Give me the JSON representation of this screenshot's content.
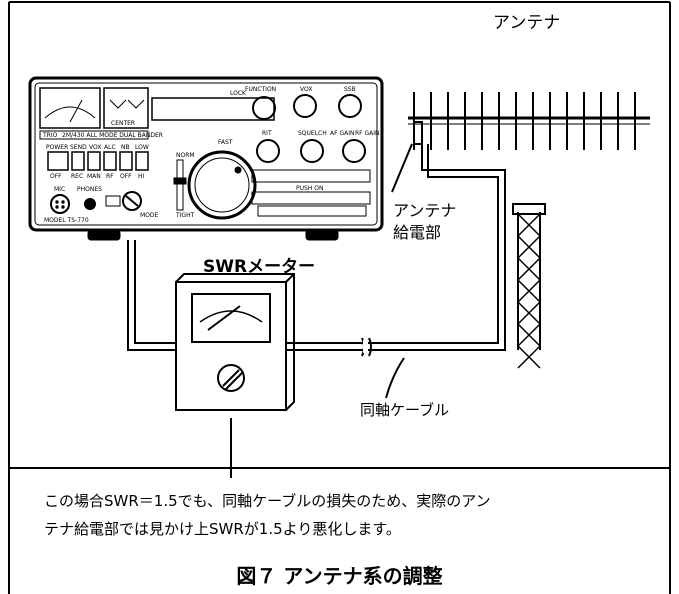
{
  "labels": {
    "antenna": "アンテナ",
    "feed_point_line1": "アンテナ",
    "feed_point_line2": "給電部",
    "swr_meter": "SWRメーター",
    "coax": "同軸ケーブル"
  },
  "radio": {
    "model": "MODEL TS-770",
    "brand": "TRIO",
    "mode_strip": "2M/430 ALL MODE DUAL BANDER",
    "center_label": "CENTER",
    "lock_label": "LOCK",
    "function": "FUNCTION",
    "vox": "VOX",
    "ssb": "SSB",
    "rit": "RIT",
    "squelch": "SQUELCH",
    "af_gain": "AF GAIN",
    "rf_gain": "RF GAIN",
    "fast": "FAST",
    "push_on": "PUSH ON",
    "top_buttons": [
      "POWER",
      "SEND",
      "VOX",
      "ALC",
      "NB",
      "LOW"
    ],
    "bottom_buttons": [
      "OFF",
      "REC",
      "MAN",
      "RF",
      "OFF",
      "HI"
    ],
    "mic": "MIC",
    "phones": "PHONES",
    "mode": "MODE",
    "norm": "NORM",
    "tight": "TIGHT"
  },
  "caption": {
    "line1": "この場合SWR＝1.5でも、同軸ケーブルの損失のため、実際のアン",
    "line2": "テナ給電部では見かけ上SWRが1.5より悪化します。"
  },
  "figure_title": "図７ アンテナ系の調整"
}
